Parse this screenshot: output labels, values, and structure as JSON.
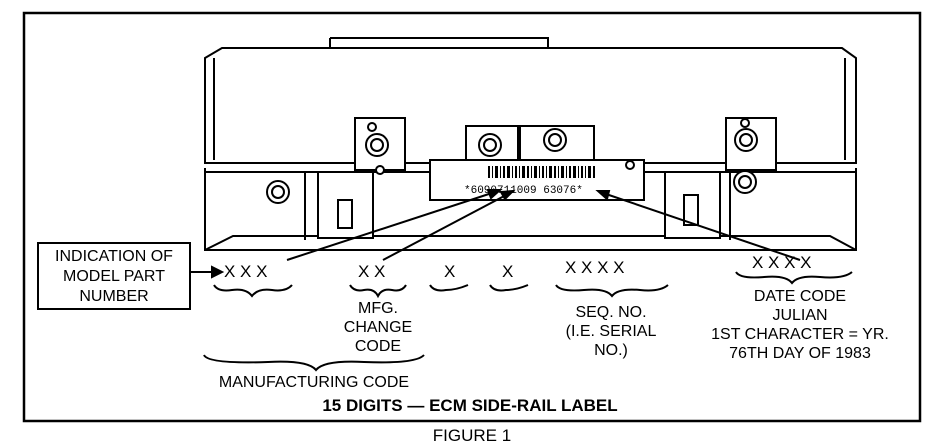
{
  "barcode_text": "*6090711009 63076*",
  "callout": {
    "line1": "INDICATION OF",
    "line2": "MODEL PART",
    "line3": "NUMBER"
  },
  "digit_groups": {
    "group1": "X X X",
    "group2": "X X",
    "group3": "X",
    "group4": "X",
    "group5": "X X X X",
    "group6": "X X X X"
  },
  "labels": {
    "mfg_change_1": "MFG.",
    "mfg_change_2": "CHANGE",
    "mfg_change_3": "CODE",
    "seq_1": "SEQ. NO.",
    "seq_2": "(I.E. SERIAL",
    "seq_3": "NO.)",
    "date_1": "DATE CODE",
    "date_2": "JULIAN",
    "date_3": "1ST CHARACTER = YR.",
    "date_4": "76TH DAY OF 1983",
    "manufacturing_code": "MANUFACTURING CODE"
  },
  "caption": "15 DIGITS — ECM SIDE-RAIL LABEL",
  "figure_label": "FIGURE 1"
}
